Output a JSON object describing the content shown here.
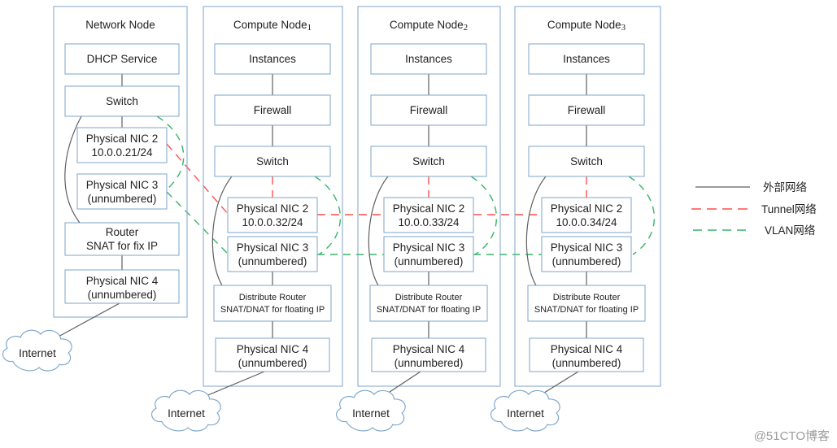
{
  "network_node": {
    "title": "Network Node",
    "dhcp_service": "DHCP Service",
    "switch": "Switch",
    "nic2_name": "Physical NIC 2",
    "nic2_ip": "10.0.0.21/24",
    "nic3_name": "Physical NIC 3",
    "nic3_note": "(unnumbered)",
    "router_line1": "Router",
    "router_line2": "SNAT for fix IP",
    "nic4_name": "Physical NIC 4",
    "nic4_note": "(unnumbered)"
  },
  "compute_nodes": [
    {
      "title": "Compute Node",
      "index": "1",
      "instances": "Instances",
      "firewall": "Firewall",
      "switch": "Switch",
      "nic2_name": "Physical NIC 2",
      "nic2_ip": "10.0.0.32/24",
      "nic3_name": "Physical NIC 3",
      "nic3_note": "(unnumbered)",
      "router_line1": "Distribute Router",
      "router_line2": "SNAT/DNAT for floating IP",
      "nic4_name": "Physical NIC 4",
      "nic4_note": "(unnumbered)"
    },
    {
      "title": "Compute Node",
      "index": "2",
      "instances": "Instances",
      "firewall": "Firewall",
      "switch": "Switch",
      "nic2_name": "Physical NIC 2",
      "nic2_ip": "10.0.0.33/24",
      "nic3_name": "Physical NIC 3",
      "nic3_note": "(unnumbered)",
      "router_line1": "Distribute Router",
      "router_line2": "SNAT/DNAT for floating IP",
      "nic4_name": "Physical NIC 4",
      "nic4_note": "(unnumbered)"
    },
    {
      "title": "Compute Node",
      "index": "3",
      "instances": "Instances",
      "firewall": "Firewall",
      "switch": "Switch",
      "nic2_name": "Physical NIC 2",
      "nic2_ip": "10.0.0.34/24",
      "nic3_name": "Physical NIC 3",
      "nic3_note": "(unnumbered)",
      "router_line1": "Distribute Router",
      "router_line2": "SNAT/DNAT for floating IP",
      "nic4_name": "Physical NIC 4",
      "nic4_note": "(unnumbered)"
    }
  ],
  "internet_label": "Internet",
  "legend": {
    "external_label": "外部网络",
    "tunnel_label": "Tunnel网络",
    "vlan_label": "VLAN网络"
  },
  "watermark": "@51CTO博客",
  "colors": {
    "box_border": "#7ea6c8",
    "external_line": "#5f5f5f",
    "tunnel_line": "#ff4f4f",
    "vlan_line": "#36b568",
    "text": "#1f1f1f"
  }
}
